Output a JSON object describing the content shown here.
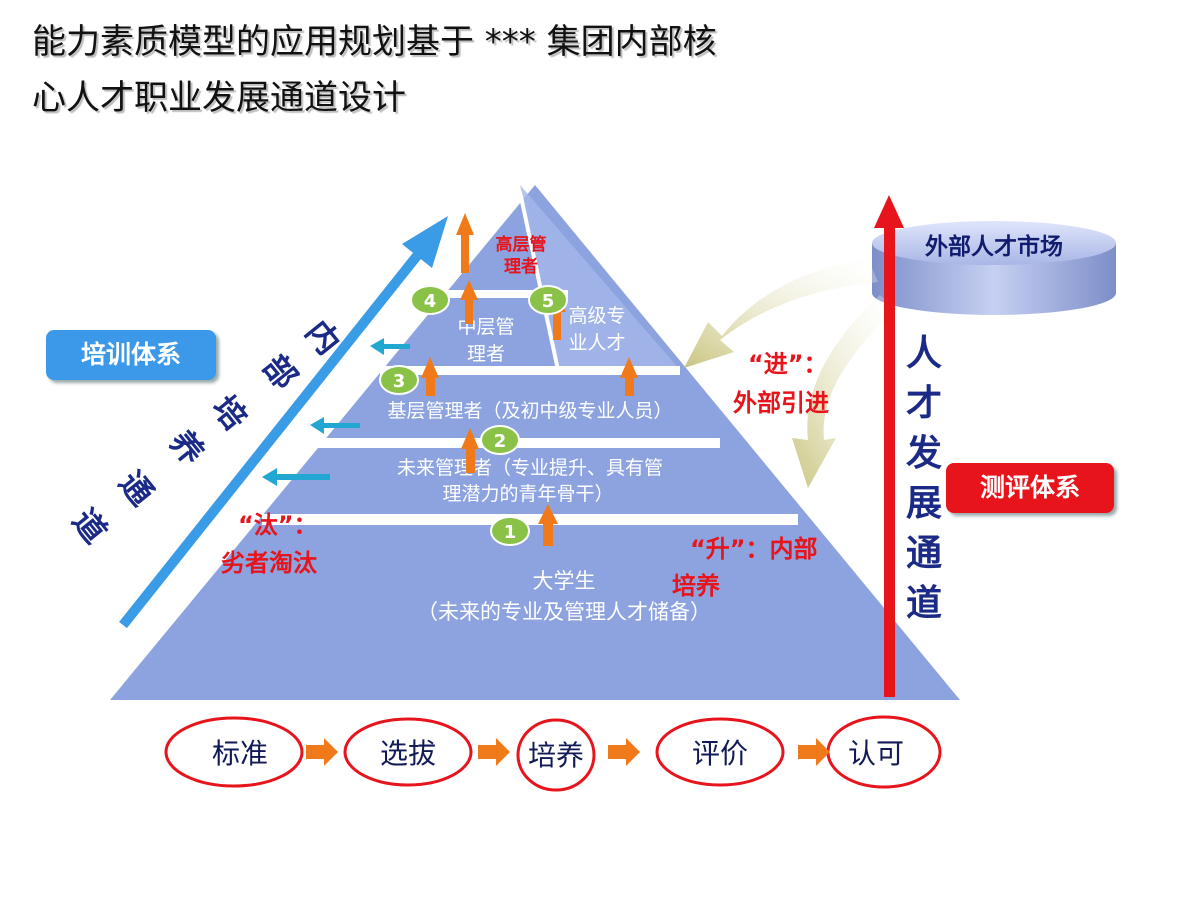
{
  "title": {
    "line1": "能力素质模型的应用规划基于 *** 集团内部核",
    "line2": "心人才职业发展通道设计"
  },
  "pyramid": {
    "top_label_1": "高层管",
    "top_label_2": "理者",
    "mid_label_1": "中层管",
    "mid_label_2": "理者",
    "senior_pro_1": "高级专",
    "senior_pro_2": "业人才",
    "basic_label": "基层管理者（及初中级专业人员）",
    "future_label_1": "未来管理者（专业提升、具有管",
    "future_label_2": "理潜力的青年骨干）",
    "bottom_label_1": "大学生",
    "bottom_label_2": "（未来的专业及管理人才储备）",
    "steps": [
      "1",
      "2",
      "3",
      "4",
      "5"
    ]
  },
  "left": {
    "training_badge": "培训体系",
    "internal_channel": [
      "内",
      "部",
      "培",
      "养",
      "通",
      "道"
    ],
    "eliminate_1": "“汰”：",
    "eliminate_2": "劣者淘汰"
  },
  "right": {
    "market_label": "外部人才市场",
    "enter_1": "“进”：",
    "enter_2": "外部引进",
    "rise_1": "“升”：内部",
    "rise_2": "培养",
    "assessment_badge": "测评体系",
    "talent_channel": [
      "人",
      "才",
      "发",
      "展",
      "通",
      "道"
    ]
  },
  "process": {
    "steps": [
      "标准",
      "选拔",
      "培养",
      "评价",
      "认可"
    ]
  },
  "colors": {
    "pyramid": "#8da3df",
    "pyramid_apex": "#a4b6ea",
    "accent_red": "#e8141c",
    "navy": "#1a2a86",
    "blue_arrow": "#3a9be6",
    "orange": "#f07a1a",
    "step_green": "#8ac248",
    "badge_blue": "#3c98e8"
  }
}
